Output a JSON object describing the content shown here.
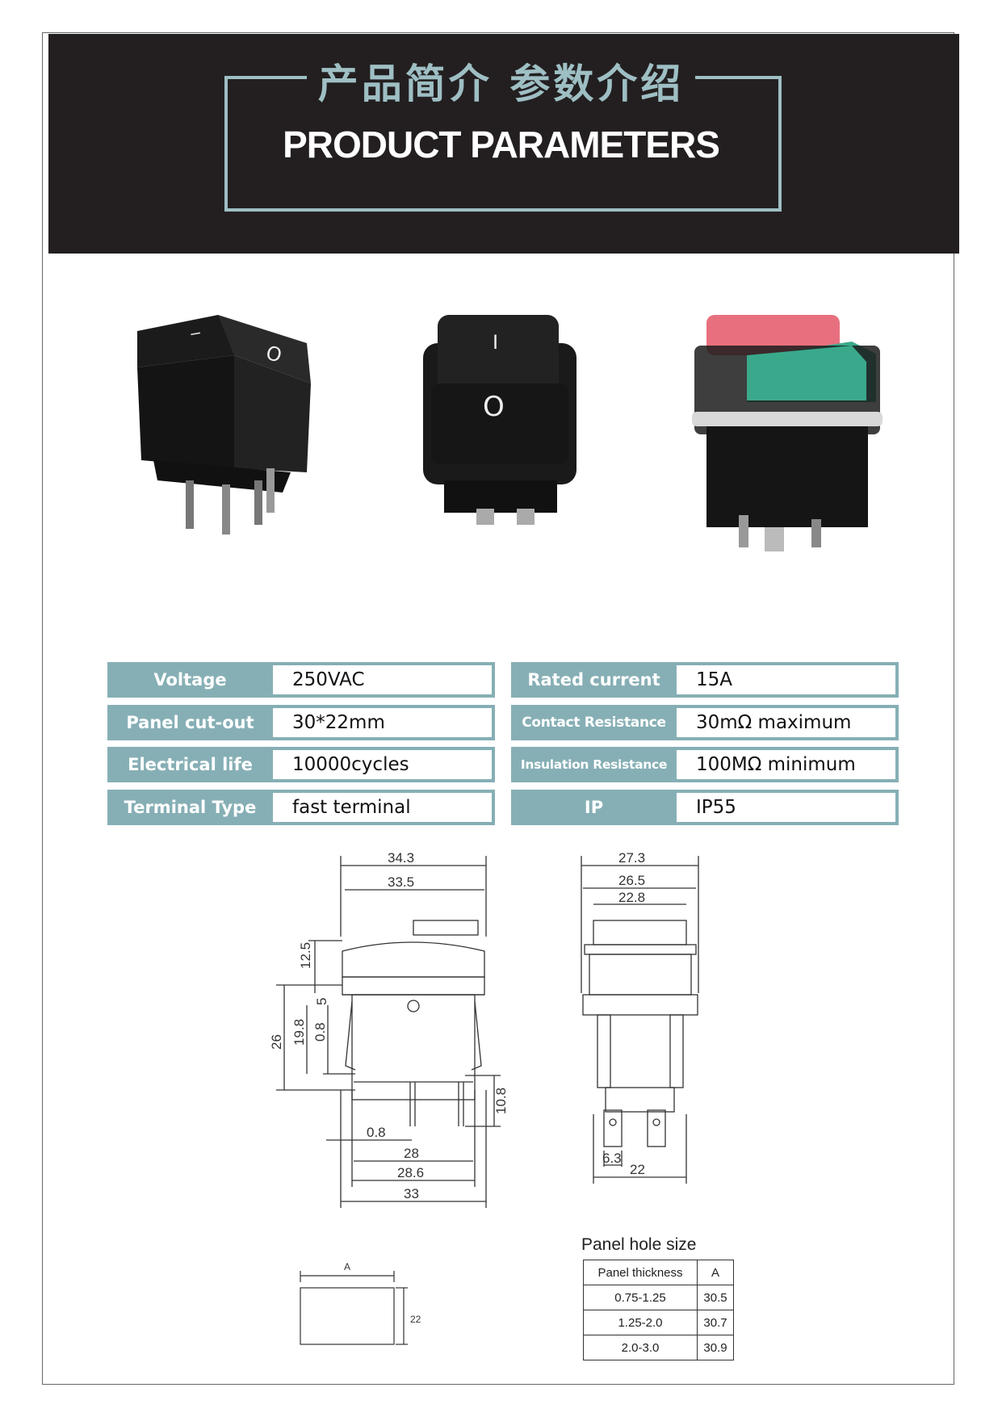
{
  "header": {
    "title_cn": "产品简介 参数介绍",
    "title_en": "PRODUCT PARAMETERS"
  },
  "products": [
    {
      "symbols": [
        "I",
        "O"
      ],
      "color": "#111111"
    },
    {
      "symbols": [
        "I",
        "O"
      ],
      "color": "#111111"
    },
    {
      "colors": [
        "#e8707e",
        "#3aa98b"
      ]
    }
  ],
  "specs": [
    {
      "label": "Voltage",
      "value": "250VAC"
    },
    {
      "label": "Rated current",
      "value": "15A"
    },
    {
      "label": "Panel cut-out",
      "value": "30*22mm"
    },
    {
      "label": "Contact Resistance",
      "value": "30mΩ maximum"
    },
    {
      "label": "Electrical life",
      "value": "10000cycles"
    },
    {
      "label": "Insulation Resistance",
      "value": "100MΩ minimum"
    },
    {
      "label": "Terminal Type",
      "value": "fast terminal"
    },
    {
      "label": "IP",
      "value": "IP55"
    }
  ],
  "drawing_front": {
    "dims": {
      "w_top": "34.3",
      "w_body": "33.5",
      "h_cap": "12.5",
      "h_5": "5",
      "h_total": "26",
      "h_body": "19.8",
      "h_08": "0.8",
      "h_term": "10.8",
      "t_08": "0.8",
      "w_28": "28",
      "w_286": "28.6",
      "w_33": "33"
    }
  },
  "drawing_side": {
    "dims": {
      "w_top": "27.3",
      "w_mid": "26.5",
      "w_inner": "22.8",
      "t_63": "6.3",
      "w_22": "22"
    }
  },
  "cutout": {
    "a_label": "A",
    "h_label": "22"
  },
  "panel_hole": {
    "caption": "Panel hole size",
    "headers": [
      "Panel thickness",
      "A"
    ],
    "rows": [
      [
        "0.75-1.25",
        "30.5"
      ],
      [
        "1.25-2.0",
        "30.7"
      ],
      [
        "2.0-3.0",
        "30.9"
      ]
    ]
  }
}
